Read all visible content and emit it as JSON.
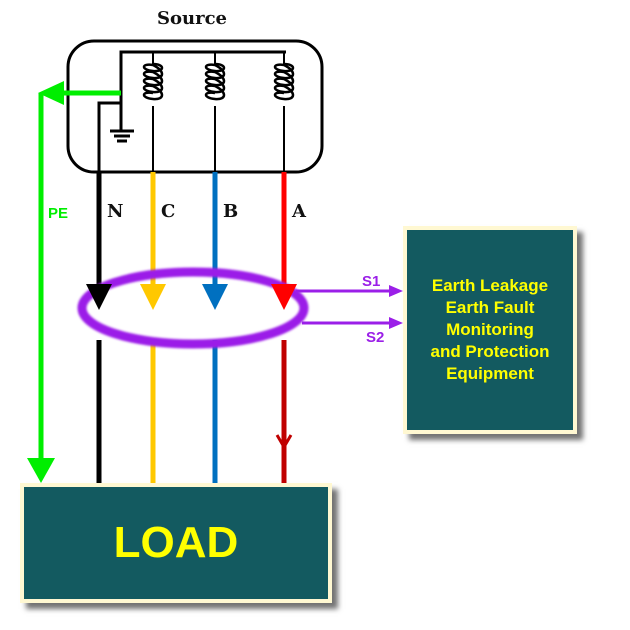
{
  "title": "Source",
  "conductors": [
    {
      "label": "N",
      "color": "#000000"
    },
    {
      "label": "C",
      "color": "#ffc800"
    },
    {
      "label": "B",
      "color": "#0070c0"
    },
    {
      "label": "A",
      "color": "#ff0000"
    }
  ],
  "protective_earth": {
    "label": "PE",
    "color": "#00ee00"
  },
  "ring_color": "#9b1fe8",
  "signals": [
    "S1",
    "S2"
  ],
  "equipment": {
    "lines": [
      "Earth Leakage",
      "Earth Fault",
      "Monitoring",
      "and Protection",
      "Equipment"
    ]
  },
  "load": {
    "label": "LOAD"
  },
  "colors": {
    "box_fill": "#135a60",
    "box_text": "#ffff00",
    "box_border": "#fff8d2",
    "a_phase_load_side": "#c00000"
  }
}
